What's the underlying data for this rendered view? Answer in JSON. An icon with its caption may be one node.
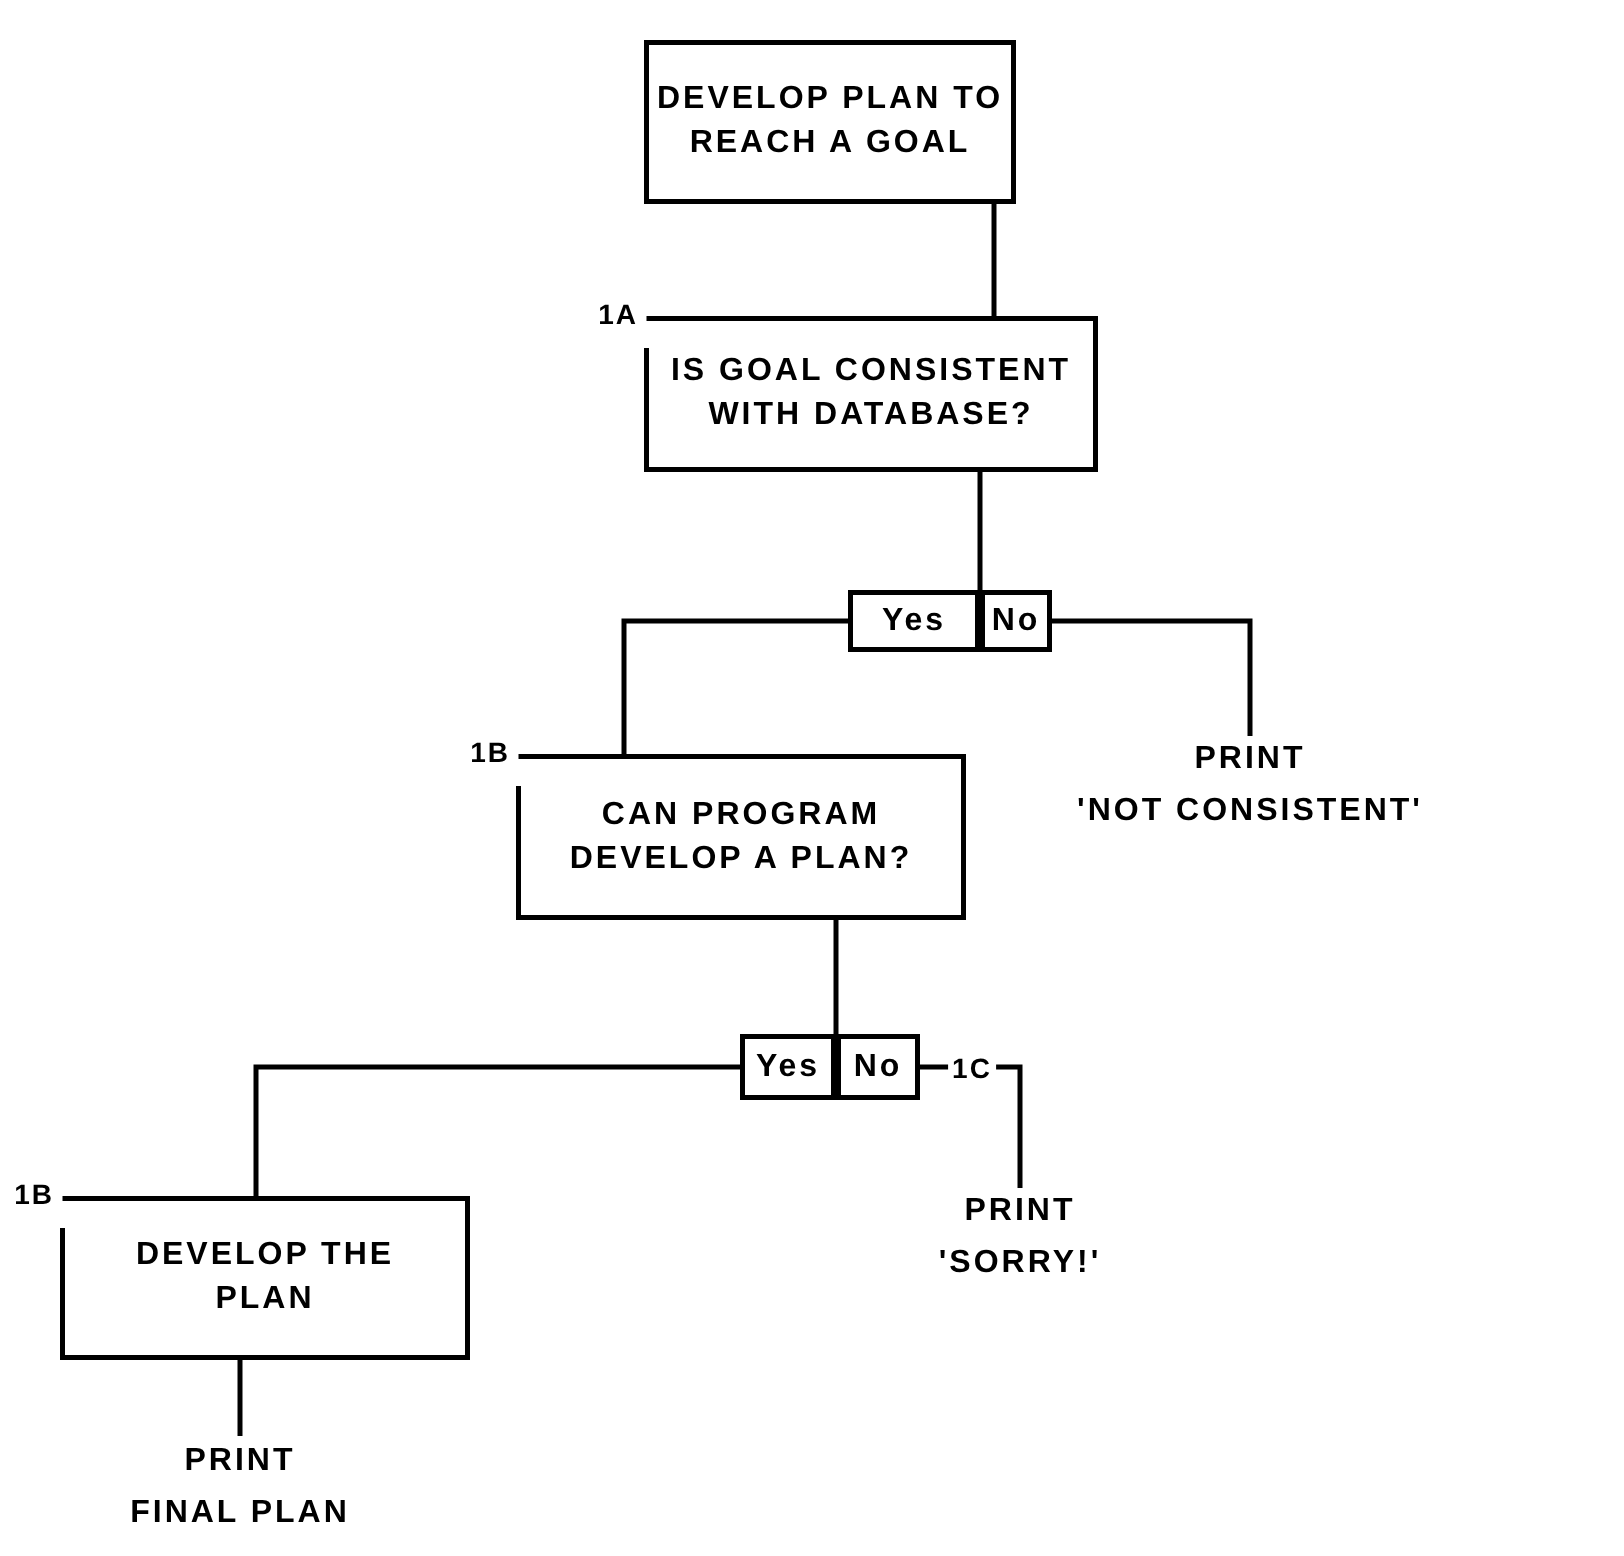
{
  "diagram": {
    "nodes": [
      {
        "text": [
          "DEVELOP PLAN TO REACH A GOAL"
        ]
      },
      {
        "text": [
          "IS GOAL CONSISTENT WITH DATABASE?"
        ],
        "beside": [
          "1A"
        ]
      },
      {
        "text": [
          "Yes"
        ]
      },
      {
        "text": [
          "No"
        ]
      },
      {
        "text": [
          "PRINT 'NOT CONSISTENT'"
        ]
      },
      {
        "text": [
          "CAN PROGRAM DEVELOP A PLAN?"
        ],
        "beside": [
          "1B"
        ]
      },
      {
        "text": [
          "Yes"
        ]
      },
      {
        "text": [
          "No"
        ]
      },
      {
        "text": [
          "PRINT 'SORRY!'"
        ]
      },
      {
        "text": [
          "DEVELOP THE PLAN"
        ],
        "beside": [
          "1B"
        ]
      },
      {
        "text": [
          "PRINT FINAL PLAN"
        ]
      }
    ],
    "edges": [
      {
        "from": 0,
        "to": 1,
        "arrow": "none"
      },
      {
        "from": 1,
        "to": 2,
        "arrow": "none"
      },
      {
        "from": 1,
        "to": 3,
        "arrow": "none"
      },
      {
        "from": 2,
        "to": 5,
        "arrow": "none"
      },
      {
        "from": 3,
        "to": 4,
        "arrow": "none"
      },
      {
        "from": 5,
        "to": 6,
        "arrow": "none"
      },
      {
        "from": 5,
        "to": 7,
        "arrow": "none"
      },
      {
        "from": 6,
        "to": 9,
        "arrow": "none"
      },
      {
        "from": 7,
        "to": 8,
        "arrow": "none",
        "label": "1C"
      },
      {
        "from": 9,
        "to": 10,
        "arrow": "none"
      }
    ]
  }
}
